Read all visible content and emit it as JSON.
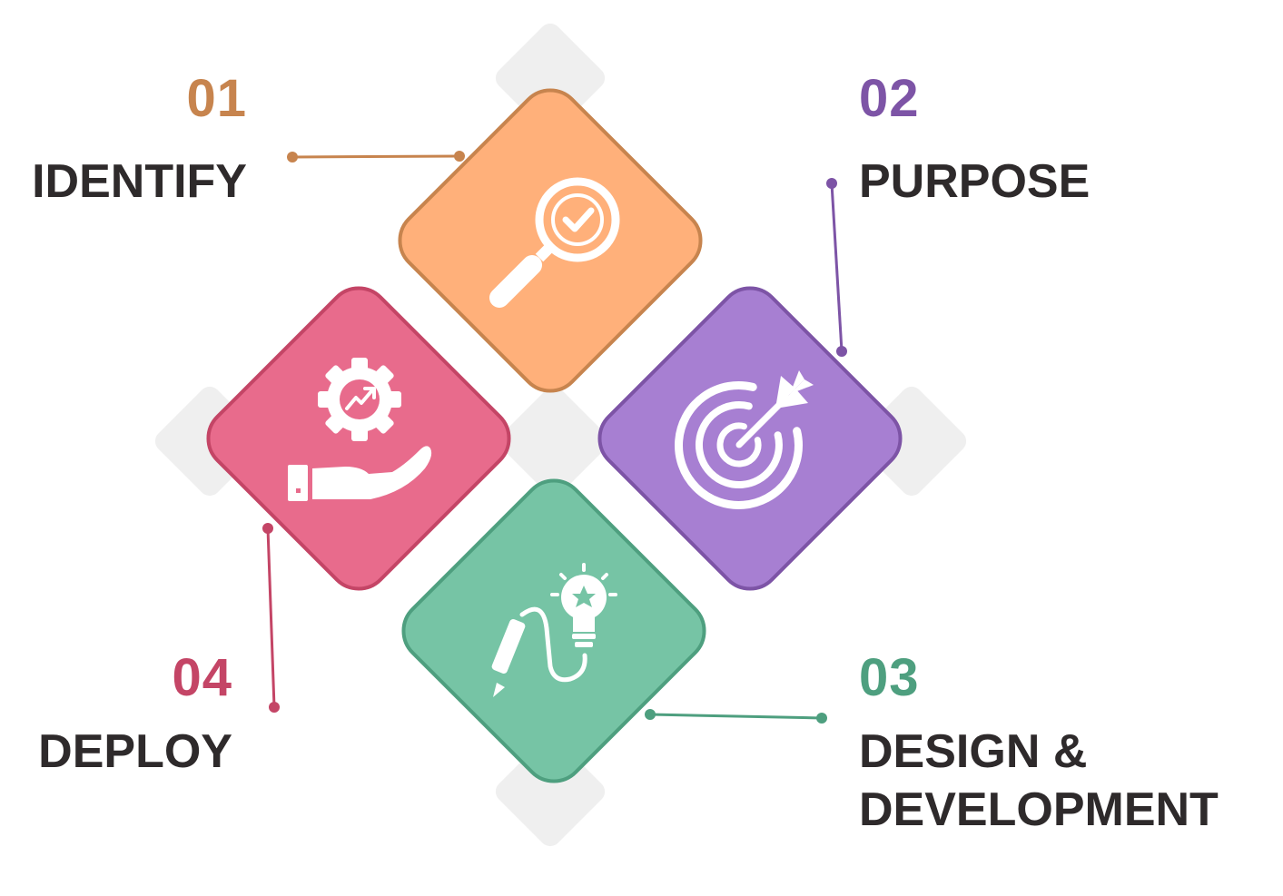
{
  "colors": {
    "identify": "#ffb07a",
    "identify_dark": "#c7844e",
    "purpose": "#a77fd2",
    "purpose_dark": "#7d54a6",
    "design": "#76c4a5",
    "design_dark": "#4e9f7f",
    "deploy": "#e86b8c",
    "deploy_dark": "#c44566",
    "title_text": "#2e2a2b",
    "ghost": "#efefef"
  },
  "steps": [
    {
      "number": "01",
      "title": "IDENTIFY",
      "icon": "magnifier-check-icon"
    },
    {
      "number": "02",
      "title": "PURPOSE",
      "icon": "target-arrow-icon"
    },
    {
      "number": "03",
      "title": "DESIGN & DEVELOPMENT",
      "title_line1": "DESIGN &",
      "title_line2": "DEVELOPMENT",
      "icon": "pen-lightbulb-icon"
    },
    {
      "number": "04",
      "title": "DEPLOY",
      "icon": "hand-gear-icon"
    }
  ]
}
